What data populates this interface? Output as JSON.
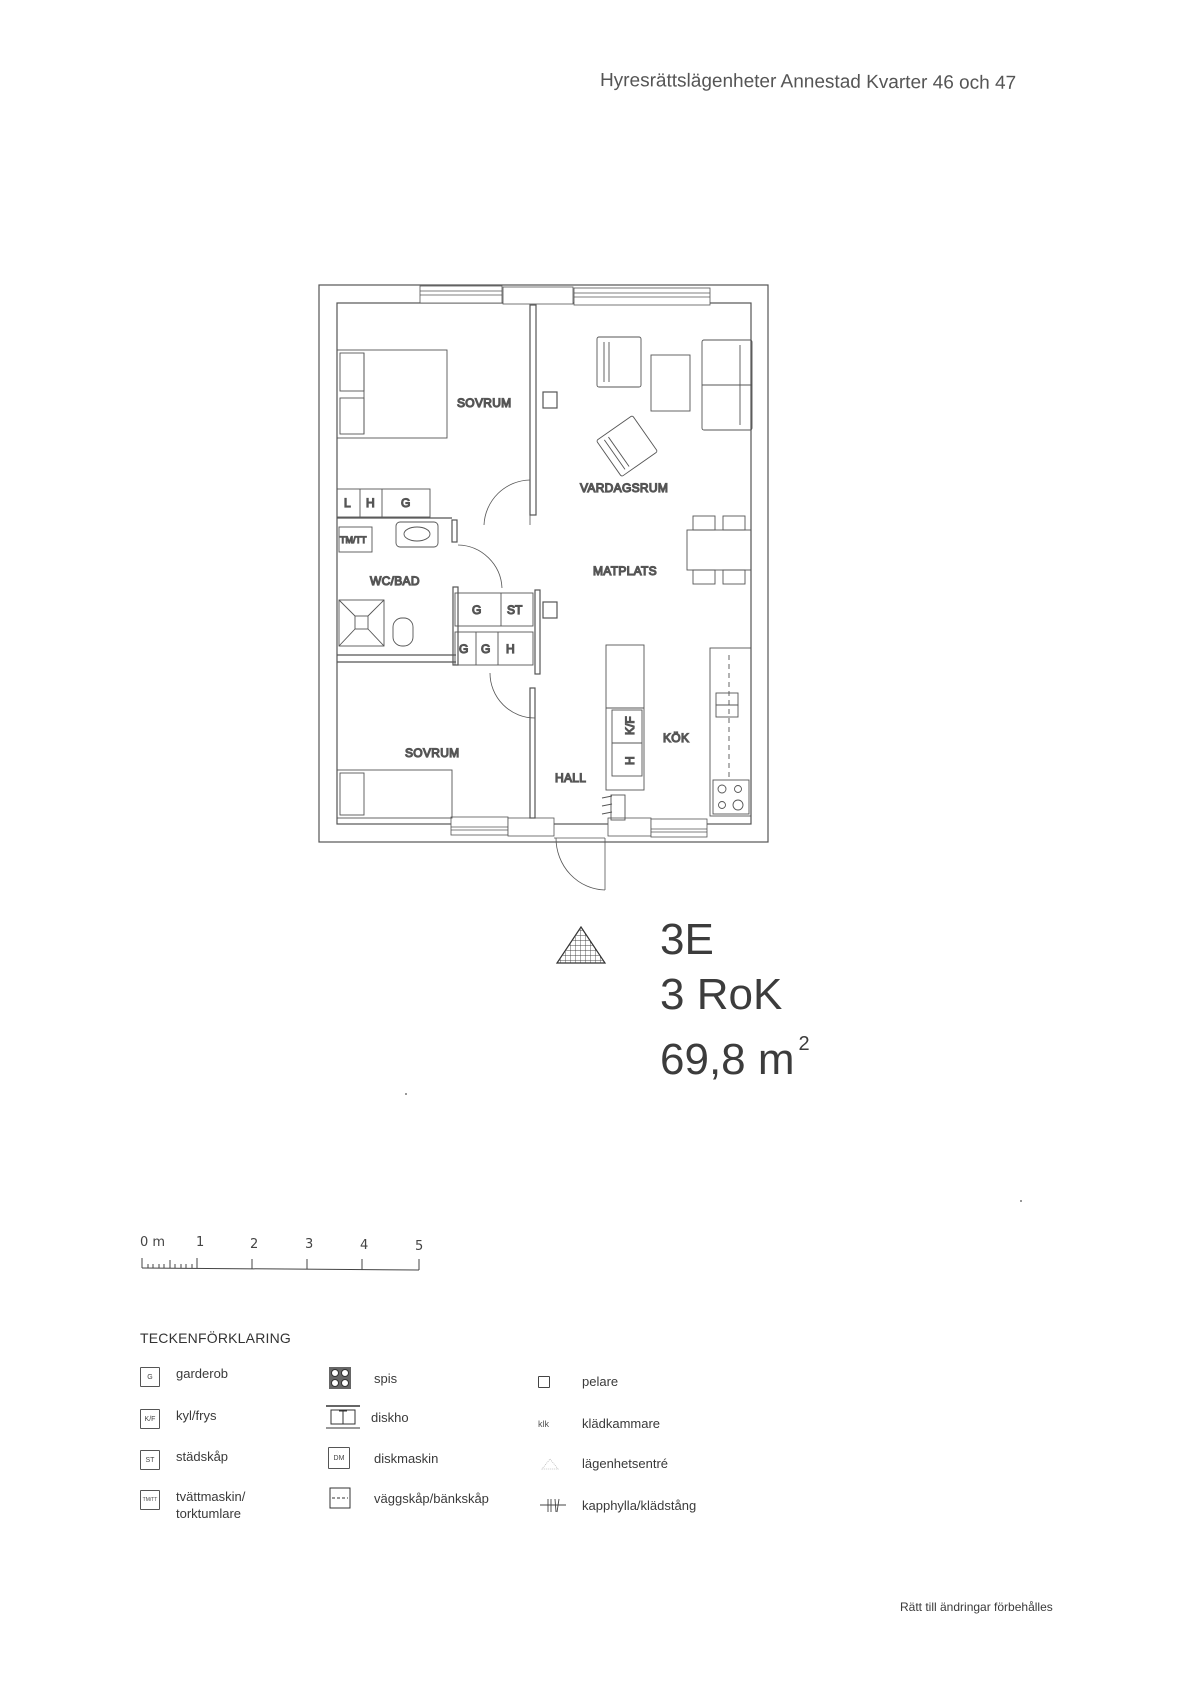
{
  "header": {
    "title": "Hyresrättslägenheter Annestad Kvarter 46 och 47"
  },
  "floor_plan": {
    "rooms": [
      {
        "id": "sovrum-1",
        "label": "SOVRUM"
      },
      {
        "id": "vardagsrum",
        "label": "VARDAGSRUM"
      },
      {
        "id": "matplats",
        "label": "MATPLATS"
      },
      {
        "id": "wc-bad",
        "label": "WC/BAD"
      },
      {
        "id": "sovrum-2",
        "label": "SOVRUM"
      },
      {
        "id": "hall",
        "label": "HALL"
      },
      {
        "id": "kok",
        "label": "KÖK"
      }
    ],
    "cabinet_labels": {
      "bedroom1_l": "L",
      "bedroom1_h": "H",
      "bedroom1_g": "G",
      "bath_tmtt": "TM/TT",
      "hall_g1": "G",
      "hall_st": "ST",
      "hall_g2": "G",
      "hall_g3": "G",
      "hall_h": "H",
      "kitchen_kf": "K/F",
      "kitchen_h": "H"
    }
  },
  "unit": {
    "code": "3E",
    "type": "3 RoK",
    "area_value": "69,8 m",
    "area_unit_exponent": "2",
    "entrance_icon": "hatched-triangle-icon"
  },
  "scale_bar": {
    "labels": [
      "0 m",
      "1",
      "2",
      "3",
      "4",
      "5"
    ]
  },
  "legend": {
    "title": "TECKENFÖRKLARING",
    "items": [
      {
        "symbol": "G",
        "icon": "garderob-icon",
        "label": "garderob"
      },
      {
        "symbol": "K/F",
        "icon": "kyl-frys-icon",
        "label": "kyl/frys"
      },
      {
        "symbol": "ST",
        "icon": "stadskap-icon",
        "label": "städskåp"
      },
      {
        "symbol": "TM/TT",
        "icon": "tvattmaskin-icon",
        "label": "tvättmaskin/\ntorktumlare"
      },
      {
        "symbol": "",
        "icon": "spis-icon",
        "label": "spis"
      },
      {
        "symbol": "",
        "icon": "diskho-icon",
        "label": "diskho"
      },
      {
        "symbol": "DM",
        "icon": "diskmaskin-icon",
        "label": "diskmaskin"
      },
      {
        "symbol": "",
        "icon": "vaggskap-icon",
        "label": "väggskåp/bänkskåp"
      },
      {
        "symbol": "",
        "icon": "pelare-icon",
        "label": "pelare"
      },
      {
        "symbol": "klk",
        "icon": "kladkammare-icon",
        "label": "klädkammare"
      },
      {
        "symbol": "",
        "icon": "lagenhetsentre-icon",
        "label": "lägenhetsentré"
      },
      {
        "symbol": "",
        "icon": "kapphylla-icon",
        "label": "kapphylla/klädstång"
      }
    ]
  },
  "footer": {
    "note": "Rätt till ändringar förbehålles"
  }
}
